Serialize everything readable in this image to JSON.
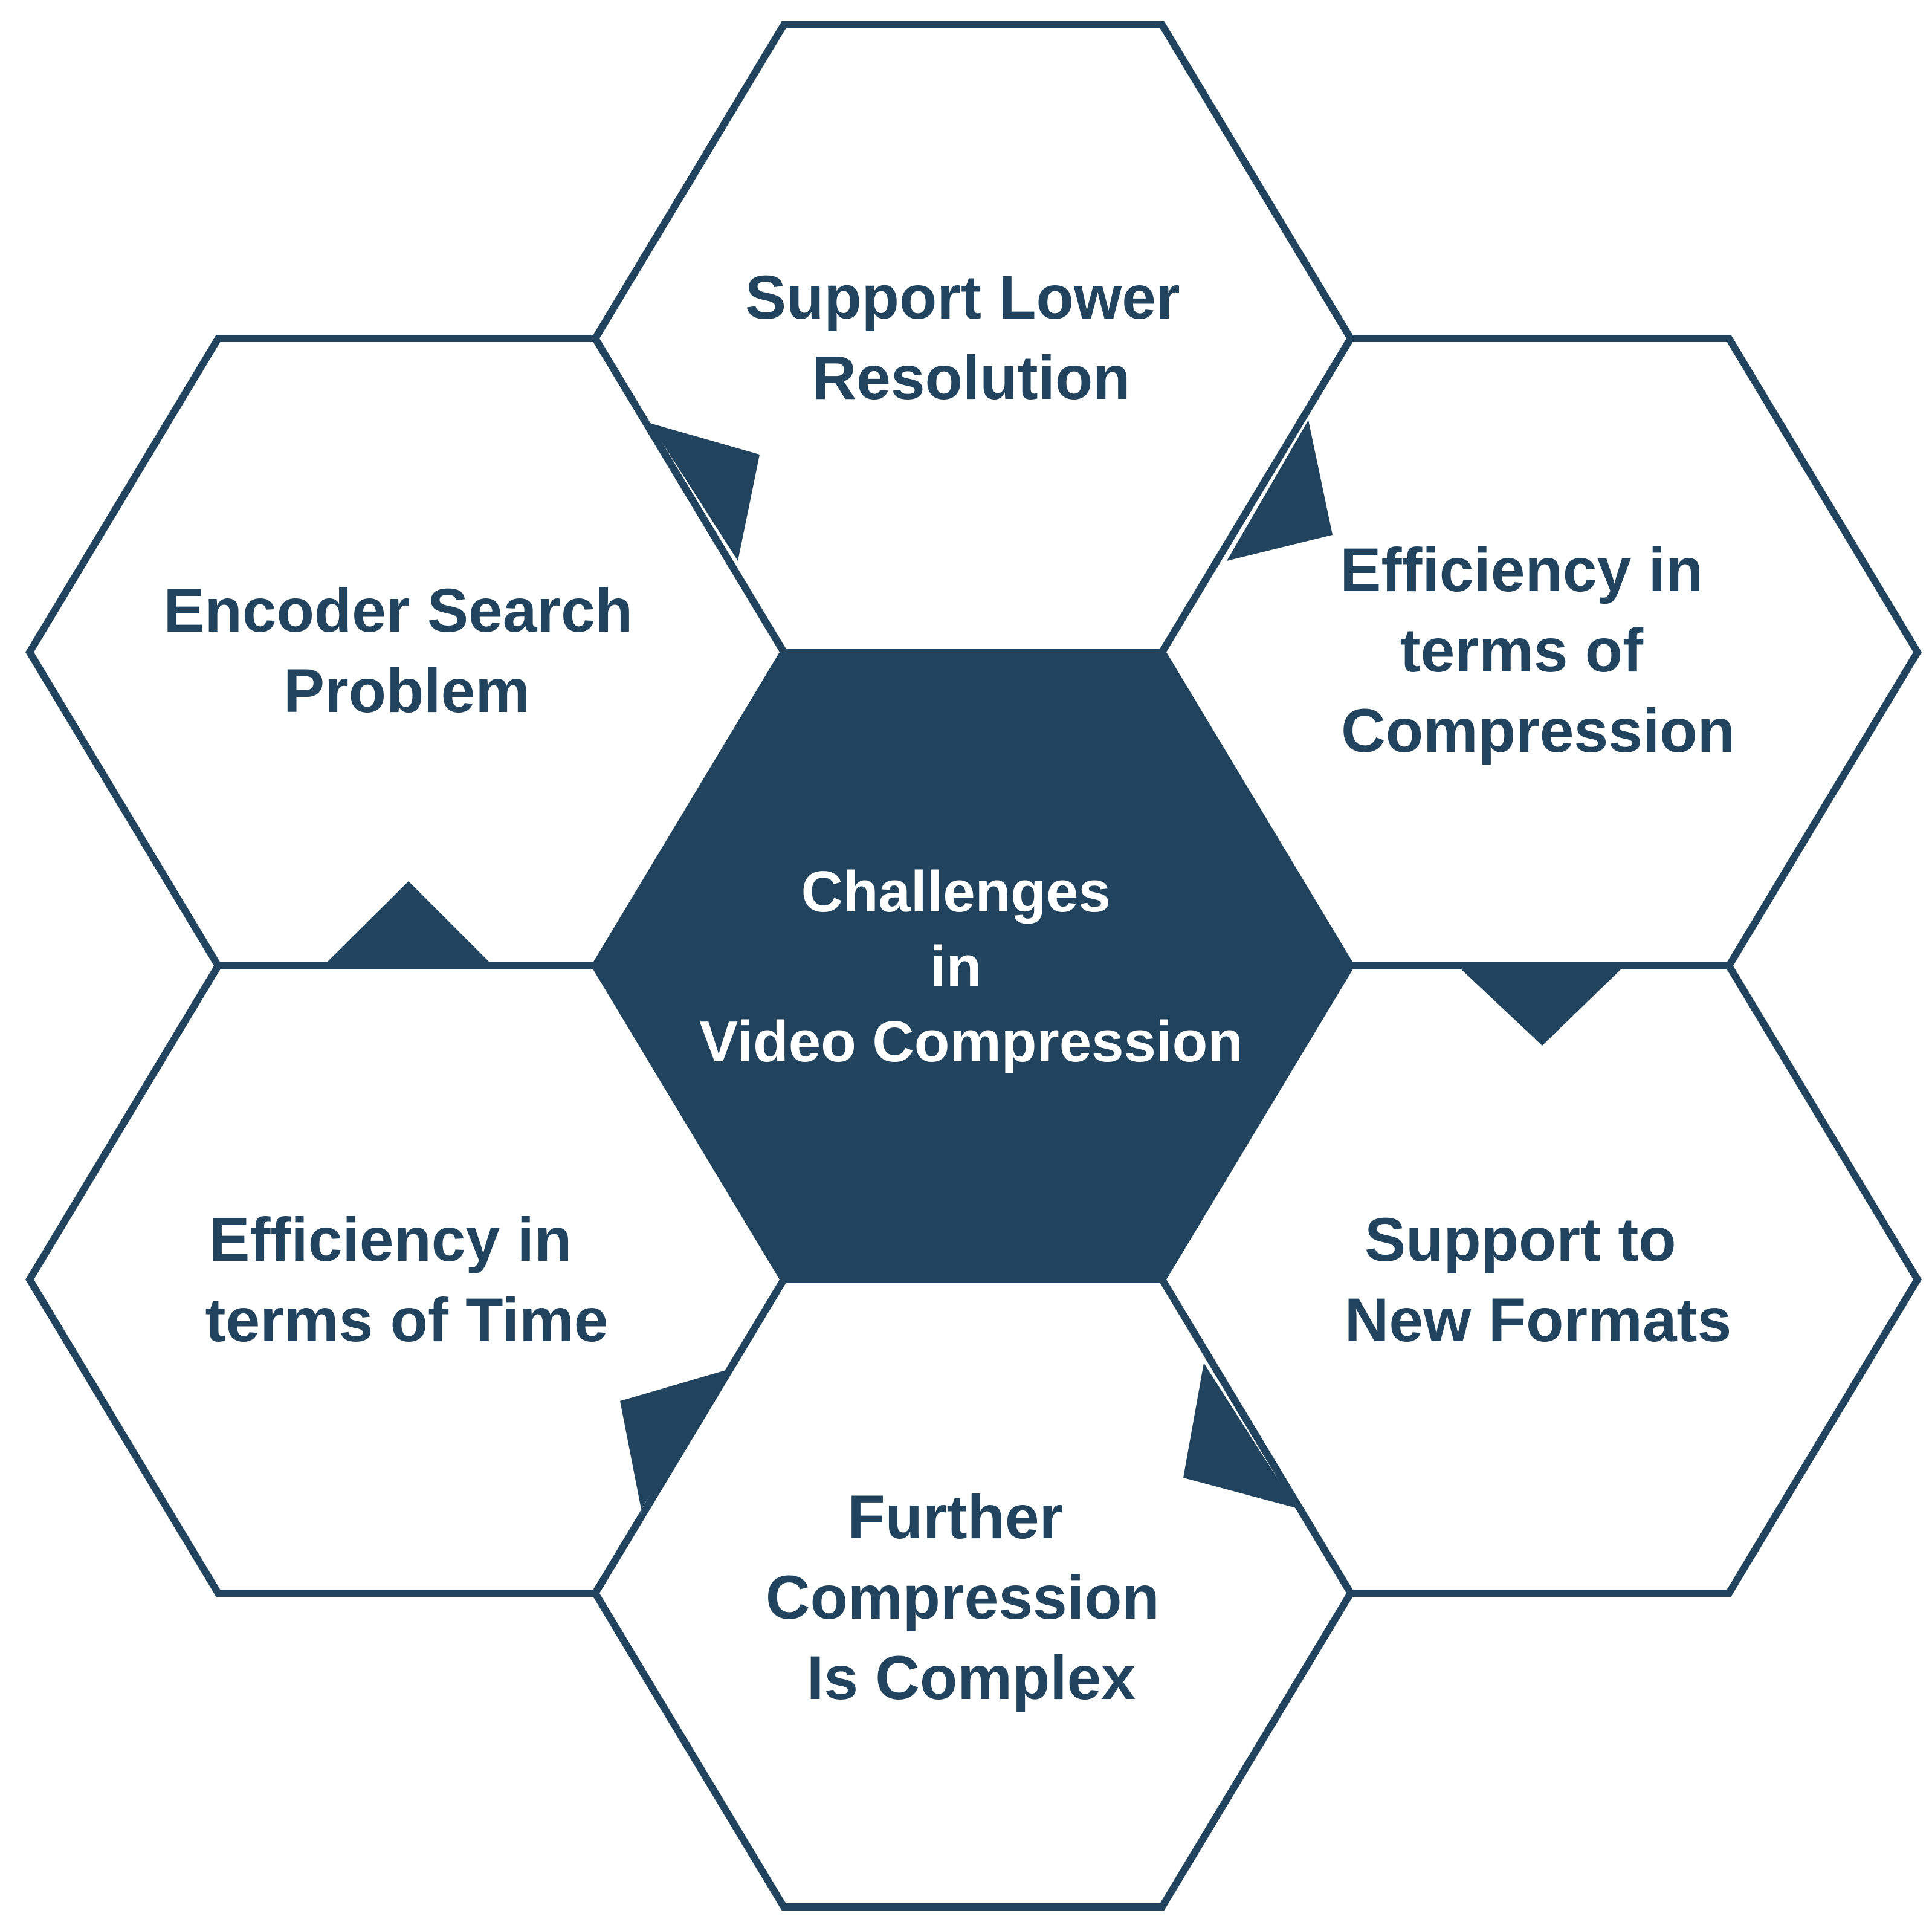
{
  "diagram": {
    "center": {
      "lines": [
        "Challenges",
        "in",
        "Video Compression"
      ]
    },
    "nodes": [
      {
        "id": "top",
        "lines": [
          "Support Lower",
          "Resolution"
        ]
      },
      {
        "id": "upper-right",
        "lines": [
          "Efficiency in",
          "terms of",
          "Compression"
        ]
      },
      {
        "id": "lower-right",
        "lines": [
          "Support to",
          "New Formats"
        ]
      },
      {
        "id": "bottom",
        "lines": [
          "Further",
          "Compression",
          "Is Complex"
        ]
      },
      {
        "id": "lower-left",
        "lines": [
          "Efficiency in",
          "terms of Time"
        ]
      },
      {
        "id": "upper-left",
        "lines": [
          "Encoder Search",
          "Problem"
        ]
      }
    ],
    "colors": {
      "primary": "#22435d",
      "background": "#ffffff",
      "center_text": "#ffffff"
    }
  }
}
